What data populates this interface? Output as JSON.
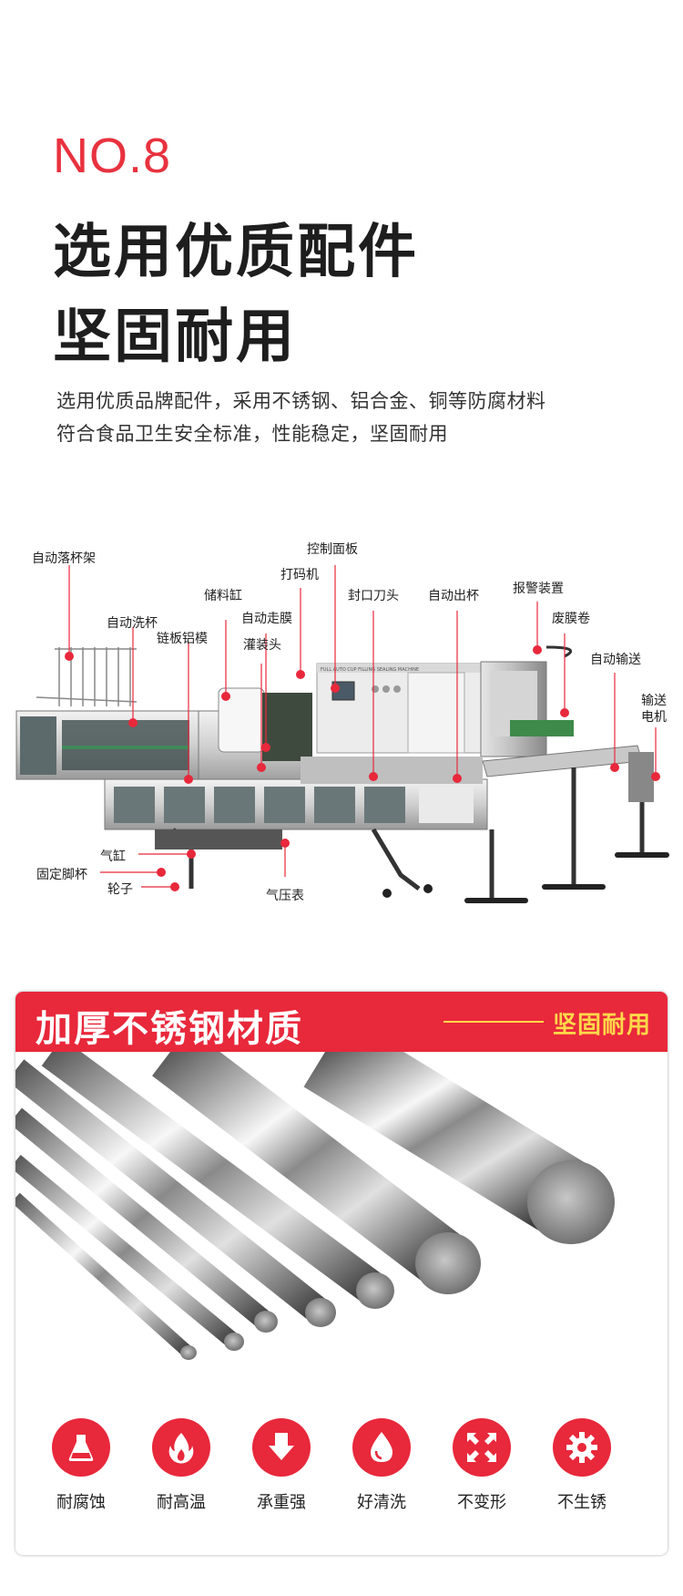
{
  "header": {
    "number": "NO.8",
    "title_line1": "选用优质配件",
    "title_line2": "坚固耐用",
    "desc_line1": "选用优质品牌配件，采用不锈钢、铝合金、铜等防腐材料",
    "desc_line2": "符合食品卫生安全标准，性能稳定，坚固耐用"
  },
  "machine": {
    "panel_text": "FULL AUTO CUP FILLING SEALING MACHINE",
    "labels": {
      "cup_rack": "自动落杯架",
      "cup_wash": "自动洗杯",
      "chain_mold": "链板铝模",
      "storage_tank": "储料缸",
      "film_feed": "自动走膜",
      "filling_head": "灌装头",
      "coder": "打码机",
      "control_panel": "控制面板",
      "seal_cutter": "封口刀头",
      "auto_output": "自动出杯",
      "alarm": "报警装置",
      "waste_film": "废膜卷",
      "auto_convey": "自动输送",
      "motor_line1": "输送",
      "motor_line2": "电机",
      "cylinder": "气缸",
      "fixed_foot": "固定脚杯",
      "wheel": "轮子",
      "gauge": "气压表"
    }
  },
  "material": {
    "title": "加厚不锈钢材质",
    "subtitle": "坚固耐用",
    "features": [
      {
        "label": "耐腐蚀",
        "icon": "flask-icon"
      },
      {
        "label": "耐高温",
        "icon": "fire-icon"
      },
      {
        "label": "承重强",
        "icon": "down-arrow-icon"
      },
      {
        "label": "好清洗",
        "icon": "water-drop-icon"
      },
      {
        "label": "不变形",
        "icon": "compress-arrows-icon"
      },
      {
        "label": "不生锈",
        "icon": "gear-icon"
      }
    ],
    "colors": {
      "accent": "#e8283b",
      "highlight": "#ffd84a"
    }
  }
}
